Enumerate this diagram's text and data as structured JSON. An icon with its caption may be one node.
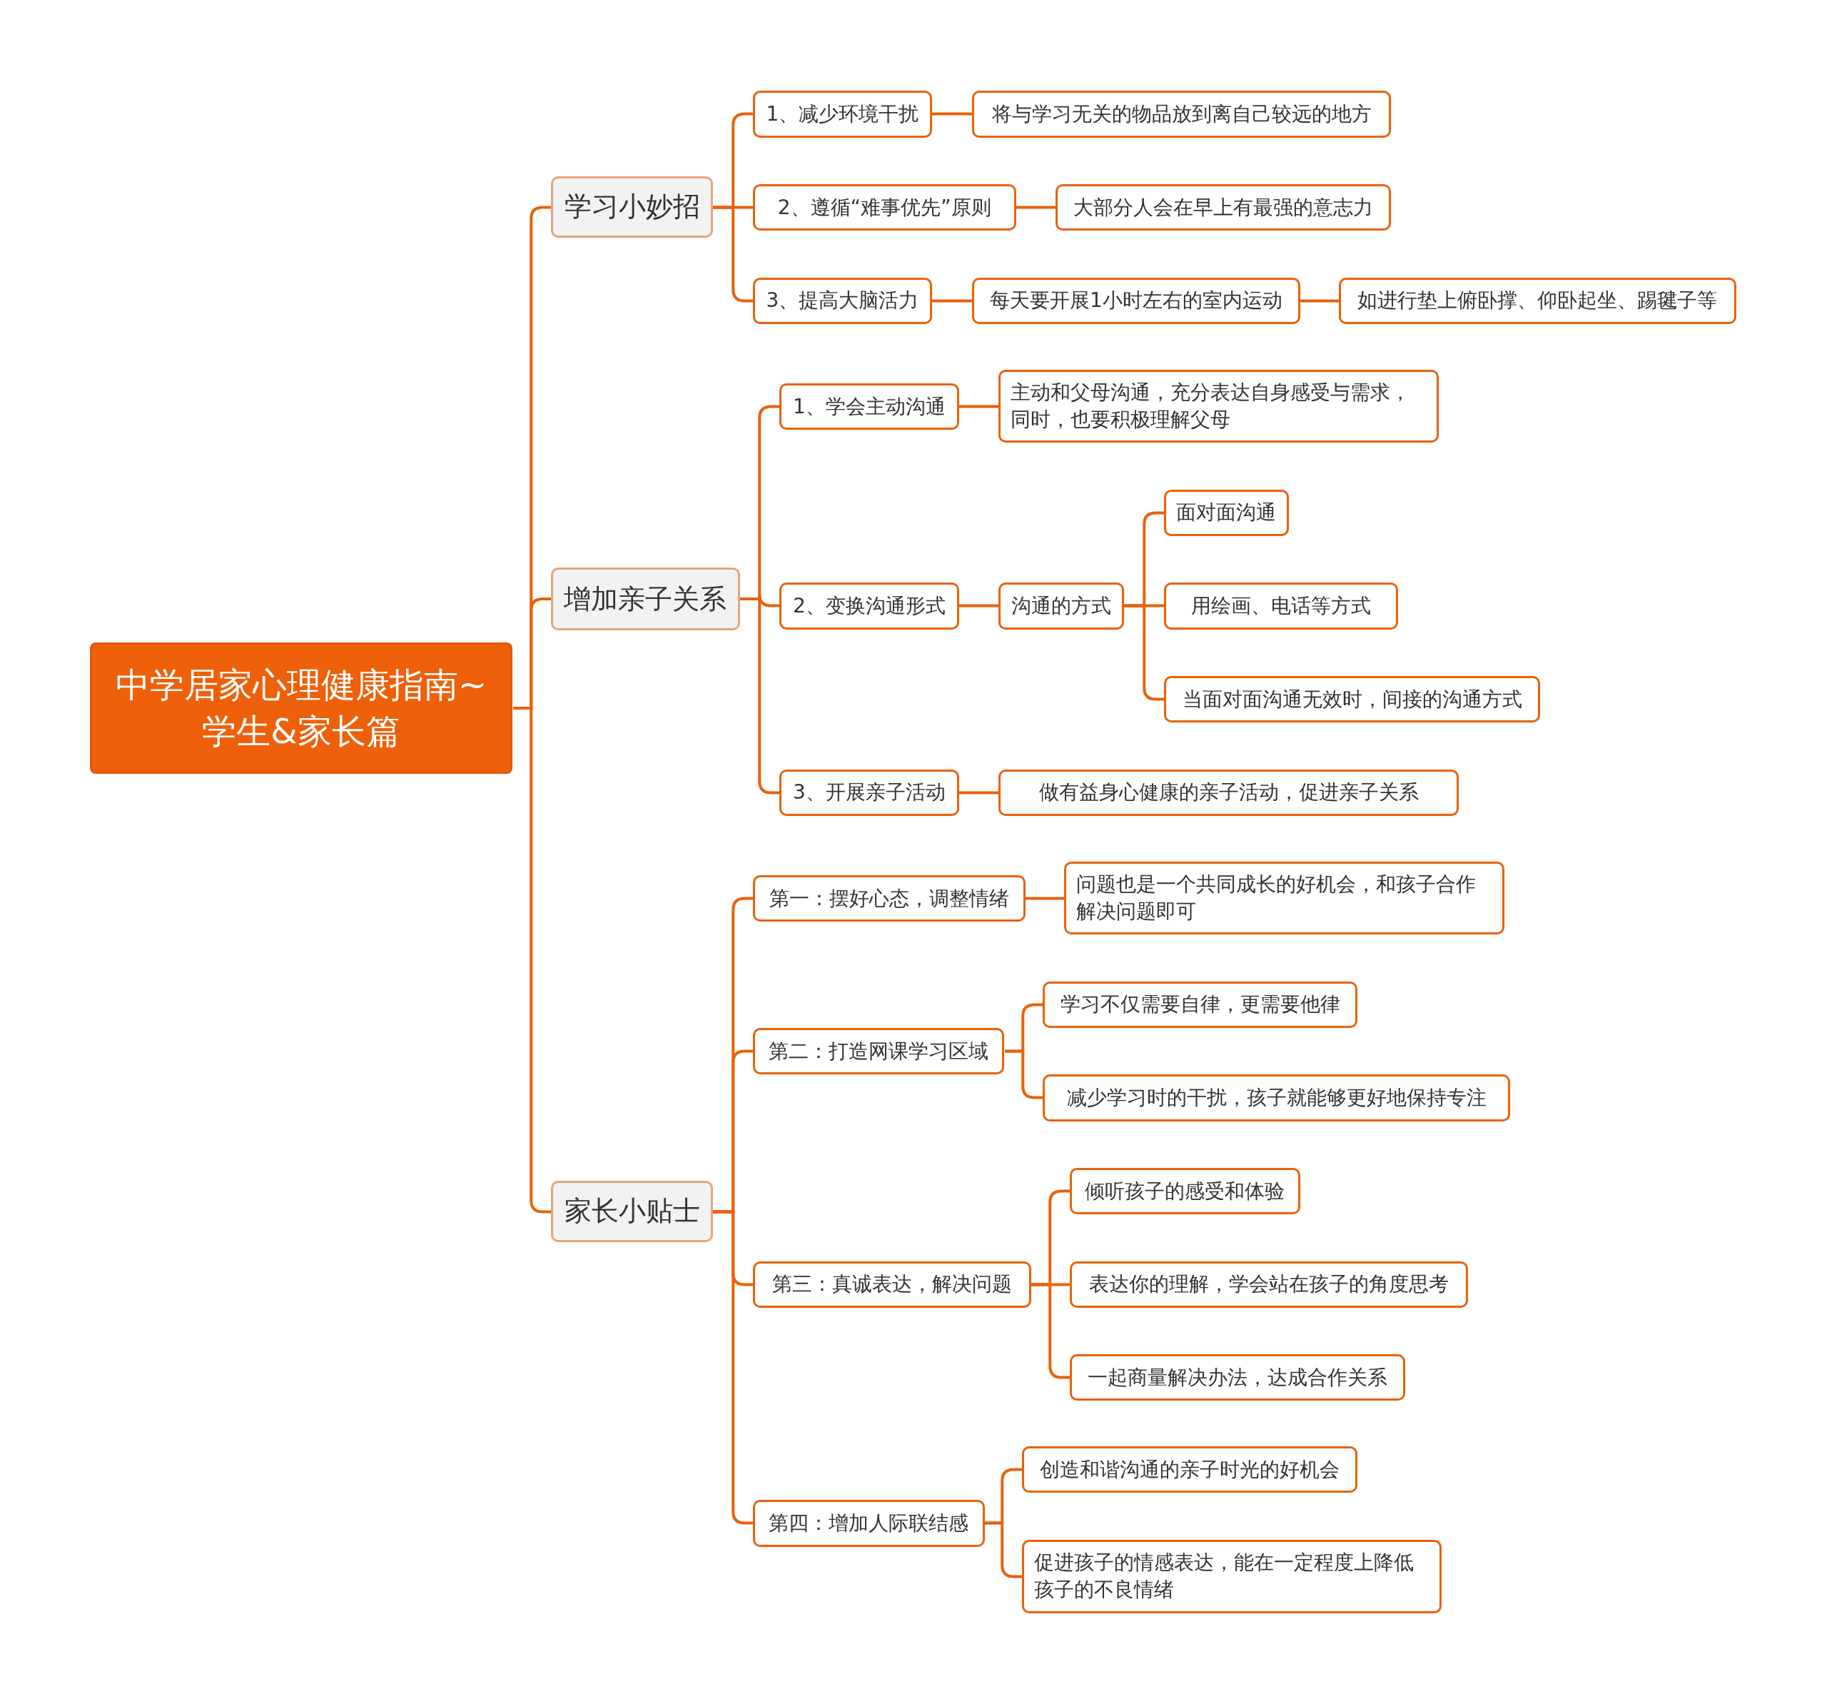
{
  "diagram": {
    "nodes": [
      {
        "text": [
          "中学居家心理健康指南~学生&家长篇"
        ]
      },
      {
        "text": [
          "学习小妙招"
        ]
      },
      {
        "text": [
          "1、减少环境干扰"
        ]
      },
      {
        "text": [
          "将与学习无关的物品放到离自己较远的地方"
        ]
      },
      {
        "text": [
          "2、遵循“难事优先”原则"
        ]
      },
      {
        "text": [
          "大部分人会在早上有最强的意志力"
        ]
      },
      {
        "text": [
          "3、提高大脑活力"
        ]
      },
      {
        "text": [
          "每天要开展1小时左右的室内运动"
        ]
      },
      {
        "text": [
          "如进行垫上俯卧撑、仰卧起坐、踢毽子等"
        ]
      },
      {
        "text": [
          "增加亲子关系"
        ]
      },
      {
        "text": [
          "1、学会主动沟通"
        ]
      },
      {
        "text": [
          "主动和父母沟通，充分表达自身感受与需求，同时，也要积极理解父母"
        ]
      },
      {
        "text": [
          "2、变换沟通形式"
        ]
      },
      {
        "text": [
          "沟通的方式"
        ]
      },
      {
        "text": [
          "面对面沟通"
        ]
      },
      {
        "text": [
          "用绘画、电话等方式"
        ]
      },
      {
        "text": [
          "当面对面沟通无效时，间接的沟通方式"
        ]
      },
      {
        "text": [
          "3、开展亲子活动"
        ]
      },
      {
        "text": [
          "做有益身心健康的亲子活动，促进亲子关系"
        ]
      },
      {
        "text": [
          "家长小贴士"
        ]
      },
      {
        "text": [
          "第一：摆好心态，调整情绪"
        ]
      },
      {
        "text": [
          "问题也是一个共同成长的好机会，和孩子合作解决问题即可"
        ]
      },
      {
        "text": [
          "第二：打造网课学习区域"
        ]
      },
      {
        "text": [
          "学习不仅需要自律，更需要他律"
        ]
      },
      {
        "text": [
          "减少学习时的干扰，孩子就能够更好地保持专注"
        ]
      },
      {
        "text": [
          "第三：真诚表达，解决问题"
        ]
      },
      {
        "text": [
          "倾听孩子的感受和体验"
        ]
      },
      {
        "text": [
          "表达你的理解，学会站在孩子的角度思考"
        ]
      },
      {
        "text": [
          "一起商量解决办法，达成合作关系"
        ]
      },
      {
        "text": [
          "第四：增加人际联结感"
        ]
      },
      {
        "text": [
          "创造和谐沟通的亲子时光的好机会"
        ]
      },
      {
        "text": [
          "促进孩子的情感表达，能在一定程度上降低孩子的不良情绪"
        ]
      }
    ],
    "edges": [
      {
        "from": 0,
        "to": 1,
        "arrow": "none"
      },
      {
        "from": 1,
        "to": 2,
        "arrow": "none"
      },
      {
        "from": 2,
        "to": 3,
        "arrow": "none"
      },
      {
        "from": 1,
        "to": 4,
        "arrow": "none"
      },
      {
        "from": 4,
        "to": 5,
        "arrow": "none"
      },
      {
        "from": 1,
        "to": 6,
        "arrow": "none"
      },
      {
        "from": 6,
        "to": 7,
        "arrow": "none"
      },
      {
        "from": 7,
        "to": 8,
        "arrow": "none"
      },
      {
        "from": 0,
        "to": 9,
        "arrow": "none"
      },
      {
        "from": 9,
        "to": 10,
        "arrow": "none"
      },
      {
        "from": 10,
        "to": 11,
        "arrow": "none"
      },
      {
        "from": 9,
        "to": 12,
        "arrow": "none"
      },
      {
        "from": 12,
        "to": 13,
        "arrow": "none"
      },
      {
        "from": 13,
        "to": 14,
        "arrow": "none"
      },
      {
        "from": 13,
        "to": 15,
        "arrow": "none"
      },
      {
        "from": 13,
        "to": 16,
        "arrow": "none"
      },
      {
        "from": 9,
        "to": 17,
        "arrow": "none"
      },
      {
        "from": 17,
        "to": 18,
        "arrow": "none"
      },
      {
        "from": 0,
        "to": 19,
        "arrow": "none"
      },
      {
        "from": 19,
        "to": 20,
        "arrow": "none"
      },
      {
        "from": 20,
        "to": 21,
        "arrow": "none"
      },
      {
        "from": 19,
        "to": 22,
        "arrow": "none"
      },
      {
        "from": 22,
        "to": 23,
        "arrow": "none"
      },
      {
        "from": 22,
        "to": 24,
        "arrow": "none"
      },
      {
        "from": 19,
        "to": 25,
        "arrow": "none"
      },
      {
        "from": 25,
        "to": 26,
        "arrow": "none"
      },
      {
        "from": 25,
        "to": 27,
        "arrow": "none"
      },
      {
        "from": 25,
        "to": 28,
        "arrow": "none"
      },
      {
        "from": 19,
        "to": 29,
        "arrow": "none"
      },
      {
        "from": 29,
        "to": 30,
        "arrow": "none"
      },
      {
        "from": 29,
        "to": 31,
        "arrow": "none"
      }
    ]
  }
}
